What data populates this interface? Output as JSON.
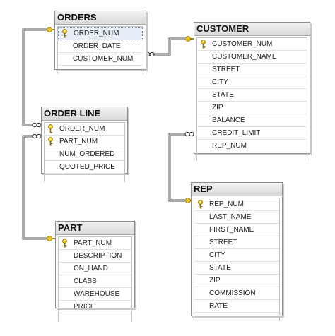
{
  "tables": {
    "orders": {
      "name": "ORDERS",
      "columns": [
        {
          "name": "ORDER_NUM",
          "key": true
        },
        {
          "name": "ORDER_DATE",
          "key": false
        },
        {
          "name": "CUSTOMER_NUM",
          "key": false
        }
      ]
    },
    "customer": {
      "name": "CUSTOMER",
      "columns": [
        {
          "name": "CUSTOMER_NUM",
          "key": true
        },
        {
          "name": "CUSTOMER_NAME",
          "key": false
        },
        {
          "name": "STREET",
          "key": false
        },
        {
          "name": "CITY",
          "key": false
        },
        {
          "name": "STATE",
          "key": false
        },
        {
          "name": "ZIP",
          "key": false
        },
        {
          "name": "BALANCE",
          "key": false
        },
        {
          "name": "CREDIT_LIMIT",
          "key": false
        },
        {
          "name": "REP_NUM",
          "key": false
        }
      ]
    },
    "order_line": {
      "name": "ORDER LINE",
      "columns": [
        {
          "name": "ORDER_NUM",
          "key": true
        },
        {
          "name": "PART_NUM",
          "key": true
        },
        {
          "name": "NUM_ORDERED",
          "key": false
        },
        {
          "name": "QUOTED_PRICE",
          "key": false
        }
      ]
    },
    "rep": {
      "name": "REP",
      "columns": [
        {
          "name": "REP_NUM",
          "key": true
        },
        {
          "name": "LAST_NAME",
          "key": false
        },
        {
          "name": "FIRST_NAME",
          "key": false
        },
        {
          "name": "STREET",
          "key": false
        },
        {
          "name": "CITY",
          "key": false
        },
        {
          "name": "STATE",
          "key": false
        },
        {
          "name": "ZIP",
          "key": false
        },
        {
          "name": "COMMISSION",
          "key": false
        },
        {
          "name": "RATE",
          "key": false
        }
      ]
    },
    "part": {
      "name": "PART",
      "columns": [
        {
          "name": "PART_NUM",
          "key": true
        },
        {
          "name": "DESCRIPTION",
          "key": false
        },
        {
          "name": "ON_HAND",
          "key": false
        },
        {
          "name": "CLASS",
          "key": false
        },
        {
          "name": "WAREHOUSE",
          "key": false
        },
        {
          "name": "PRICE",
          "key": false
        }
      ]
    }
  },
  "relationships": [
    {
      "from": "orders.CUSTOMER_NUM",
      "to": "customer.CUSTOMER_NUM",
      "type": "many-to-one"
    },
    {
      "from": "customer.REP_NUM",
      "to": "rep.REP_NUM",
      "type": "many-to-one"
    },
    {
      "from": "order_line.ORDER_NUM",
      "to": "orders.ORDER_NUM",
      "type": "many-to-one"
    },
    {
      "from": "order_line.PART_NUM",
      "to": "part.PART_NUM",
      "type": "many-to-one"
    }
  ],
  "colors": {
    "key_icon": "#e8c020",
    "connector": "#555555",
    "selection": "#e6eef8"
  },
  "icons": {
    "primary_key": "key-icon",
    "one_end": "one-end-key-icon",
    "many_end": "infinity-icon"
  }
}
